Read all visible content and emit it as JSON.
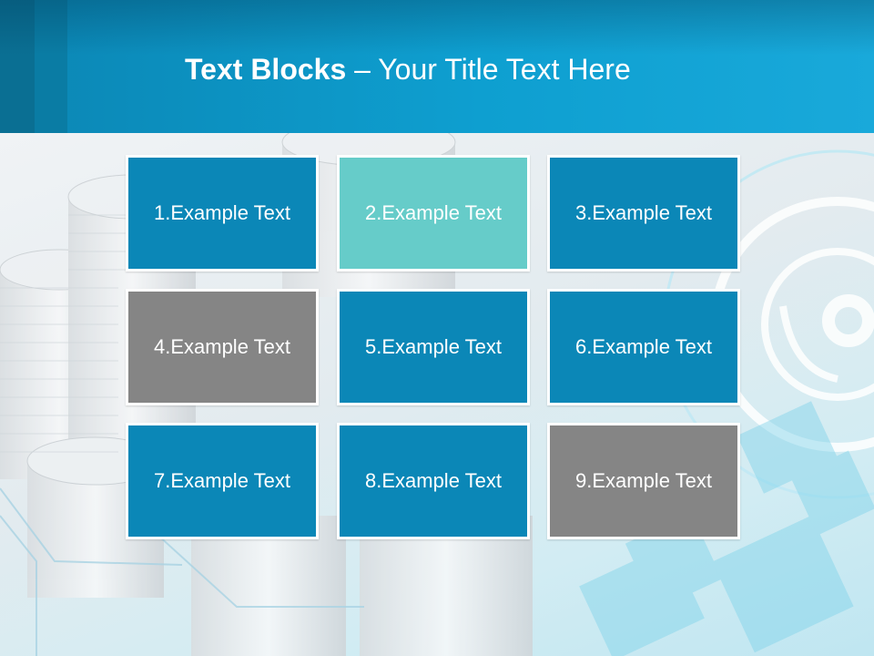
{
  "title": {
    "bold": "Text Blocks",
    "dash": " – ",
    "rest": "Your Title Text Here"
  },
  "colors": {
    "blue": "#0b87b7",
    "teal": "#66ccc9",
    "gray": "#858585",
    "header": "#0e9fd0"
  },
  "blocks": [
    {
      "label": "1.Example Text",
      "color": "#0b87b7"
    },
    {
      "label": "2.Example Text",
      "color": "#66ccc9"
    },
    {
      "label": "3.Example Text",
      "color": "#0b87b7"
    },
    {
      "label": "4.Example Text",
      "color": "#858585"
    },
    {
      "label": "5.Example Text",
      "color": "#0b87b7"
    },
    {
      "label": "6.Example Text",
      "color": "#0b87b7"
    },
    {
      "label": "7.Example Text",
      "color": "#0b87b7"
    },
    {
      "label": "8.Example Text",
      "color": "#0b87b7"
    },
    {
      "label": "9.Example Text",
      "color": "#858585"
    }
  ]
}
